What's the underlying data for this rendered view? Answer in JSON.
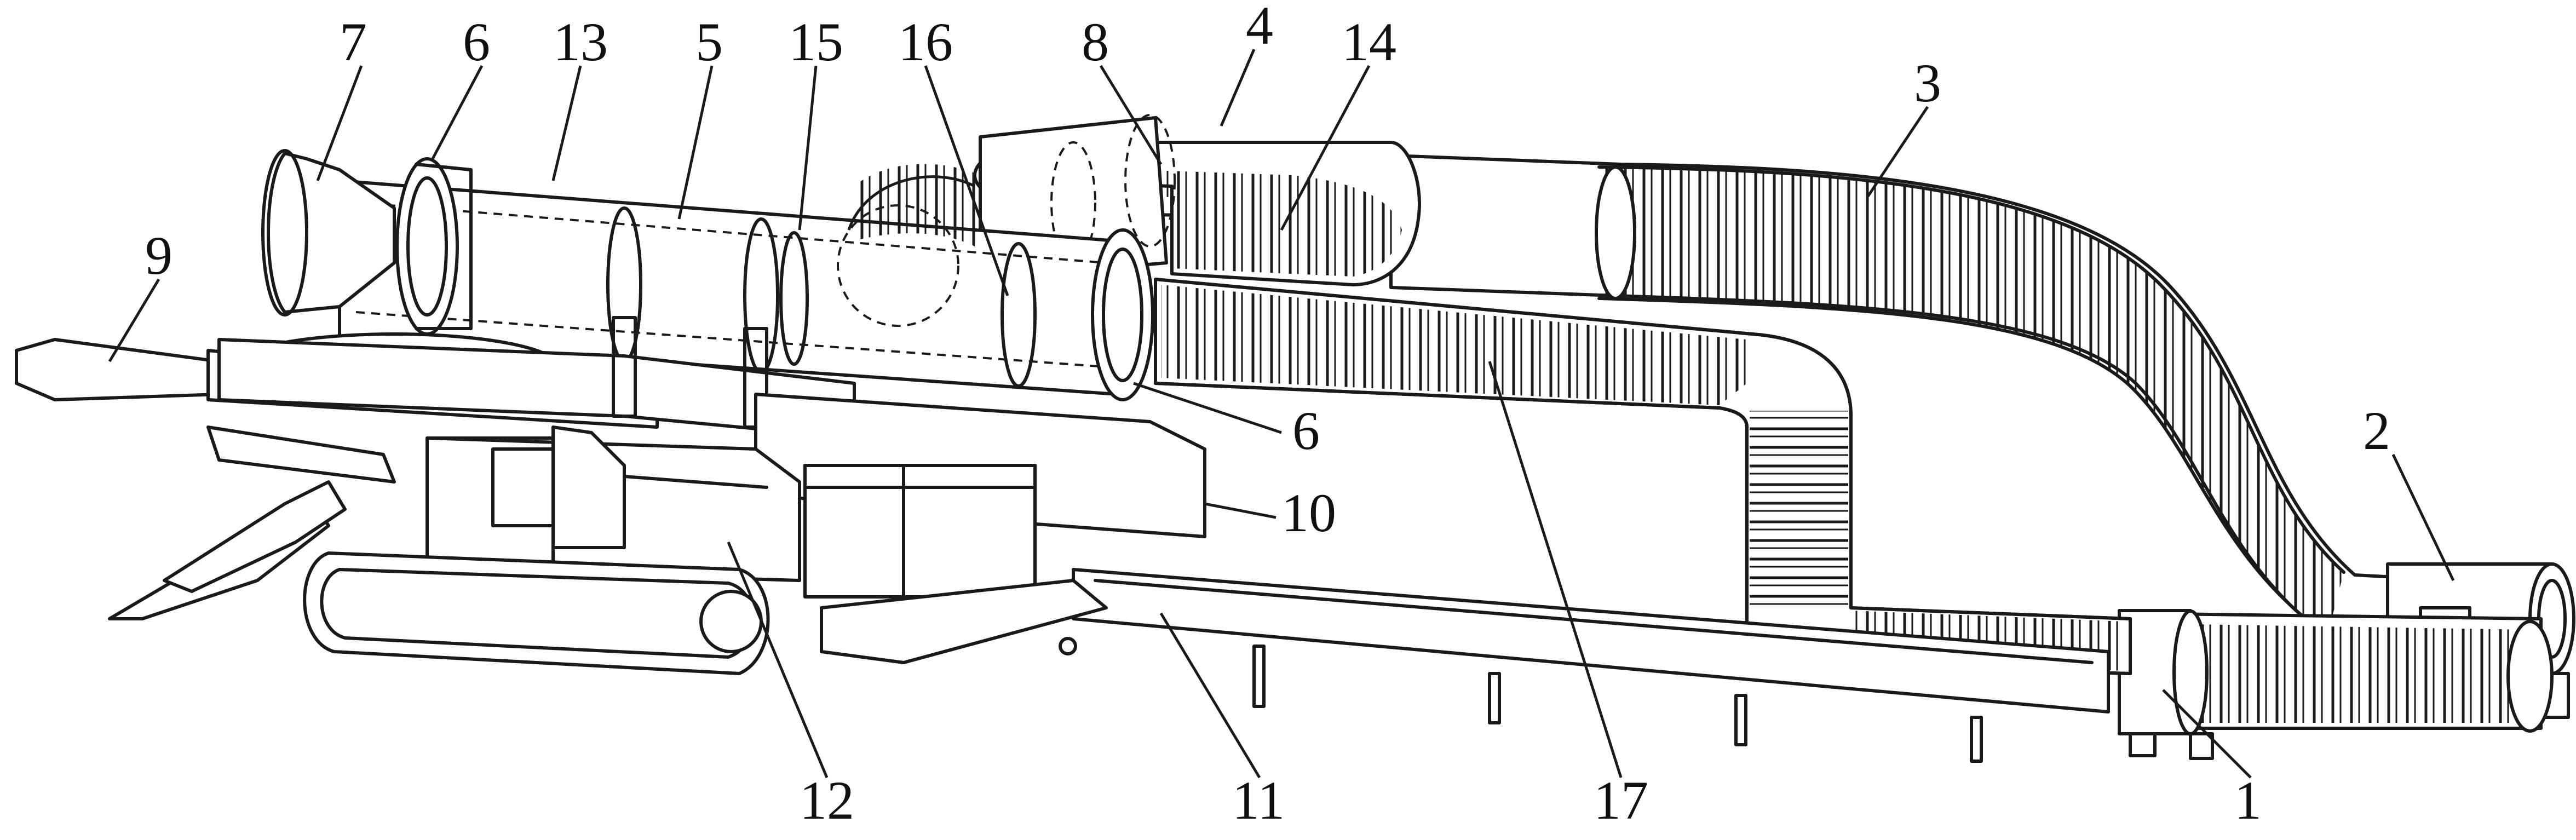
{
  "figure": {
    "callouts": [
      {
        "id": "7",
        "text": "7"
      },
      {
        "id": "6a",
        "text": "6"
      },
      {
        "id": "13",
        "text": "13"
      },
      {
        "id": "5",
        "text": "5"
      },
      {
        "id": "15",
        "text": "15"
      },
      {
        "id": "16",
        "text": "16"
      },
      {
        "id": "8",
        "text": "8"
      },
      {
        "id": "4",
        "text": "4"
      },
      {
        "id": "14",
        "text": "14"
      },
      {
        "id": "3",
        "text": "3"
      },
      {
        "id": "9",
        "text": "9"
      },
      {
        "id": "2",
        "text": "2"
      },
      {
        "id": "6b",
        "text": "6"
      },
      {
        "id": "10",
        "text": "10"
      },
      {
        "id": "12",
        "text": "12"
      },
      {
        "id": "11",
        "text": "11"
      },
      {
        "id": "17",
        "text": "17"
      },
      {
        "id": "1",
        "text": "1"
      }
    ],
    "colors": {
      "line": "#1a1a1a",
      "background": "#ffffff"
    }
  }
}
